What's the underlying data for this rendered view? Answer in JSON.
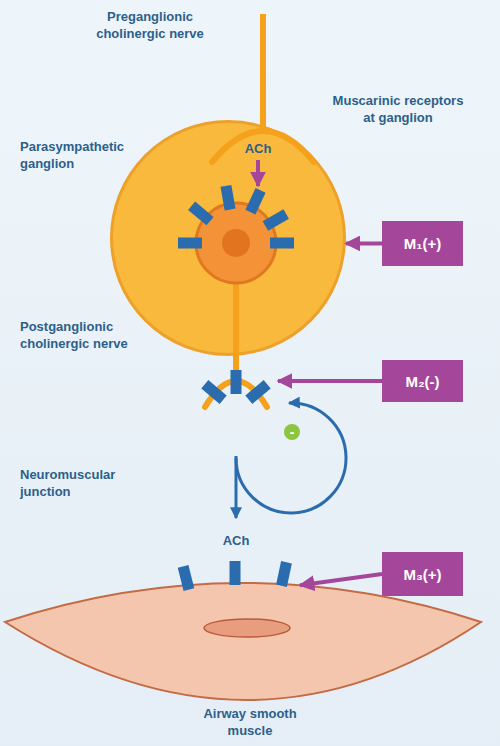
{
  "diagram": {
    "nodes": [
      {
        "text": [
          "Parasympathetic ganglion",
          "ACh"
        ]
      },
      {
        "text": [
          "M₁(+)"
        ]
      },
      {
        "text": [
          "M₂(-)"
        ]
      },
      {
        "text": [
          "M₃(+)"
        ]
      },
      {
        "text": [
          "Airway smooth muscle"
        ]
      }
    ],
    "edges": [
      {
        "from": 1,
        "to": 0,
        "arrow": "to"
      },
      {
        "from": 3,
        "to": 4,
        "arrow": "to"
      }
    ],
    "labels": [
      "Preganglionic cholinergic nerve",
      "Muscarinic receptors at ganglion",
      "Postganglionic cholinergic nerve",
      "Neuromuscular junction",
      "ACh",
      "-"
    ]
  }
}
